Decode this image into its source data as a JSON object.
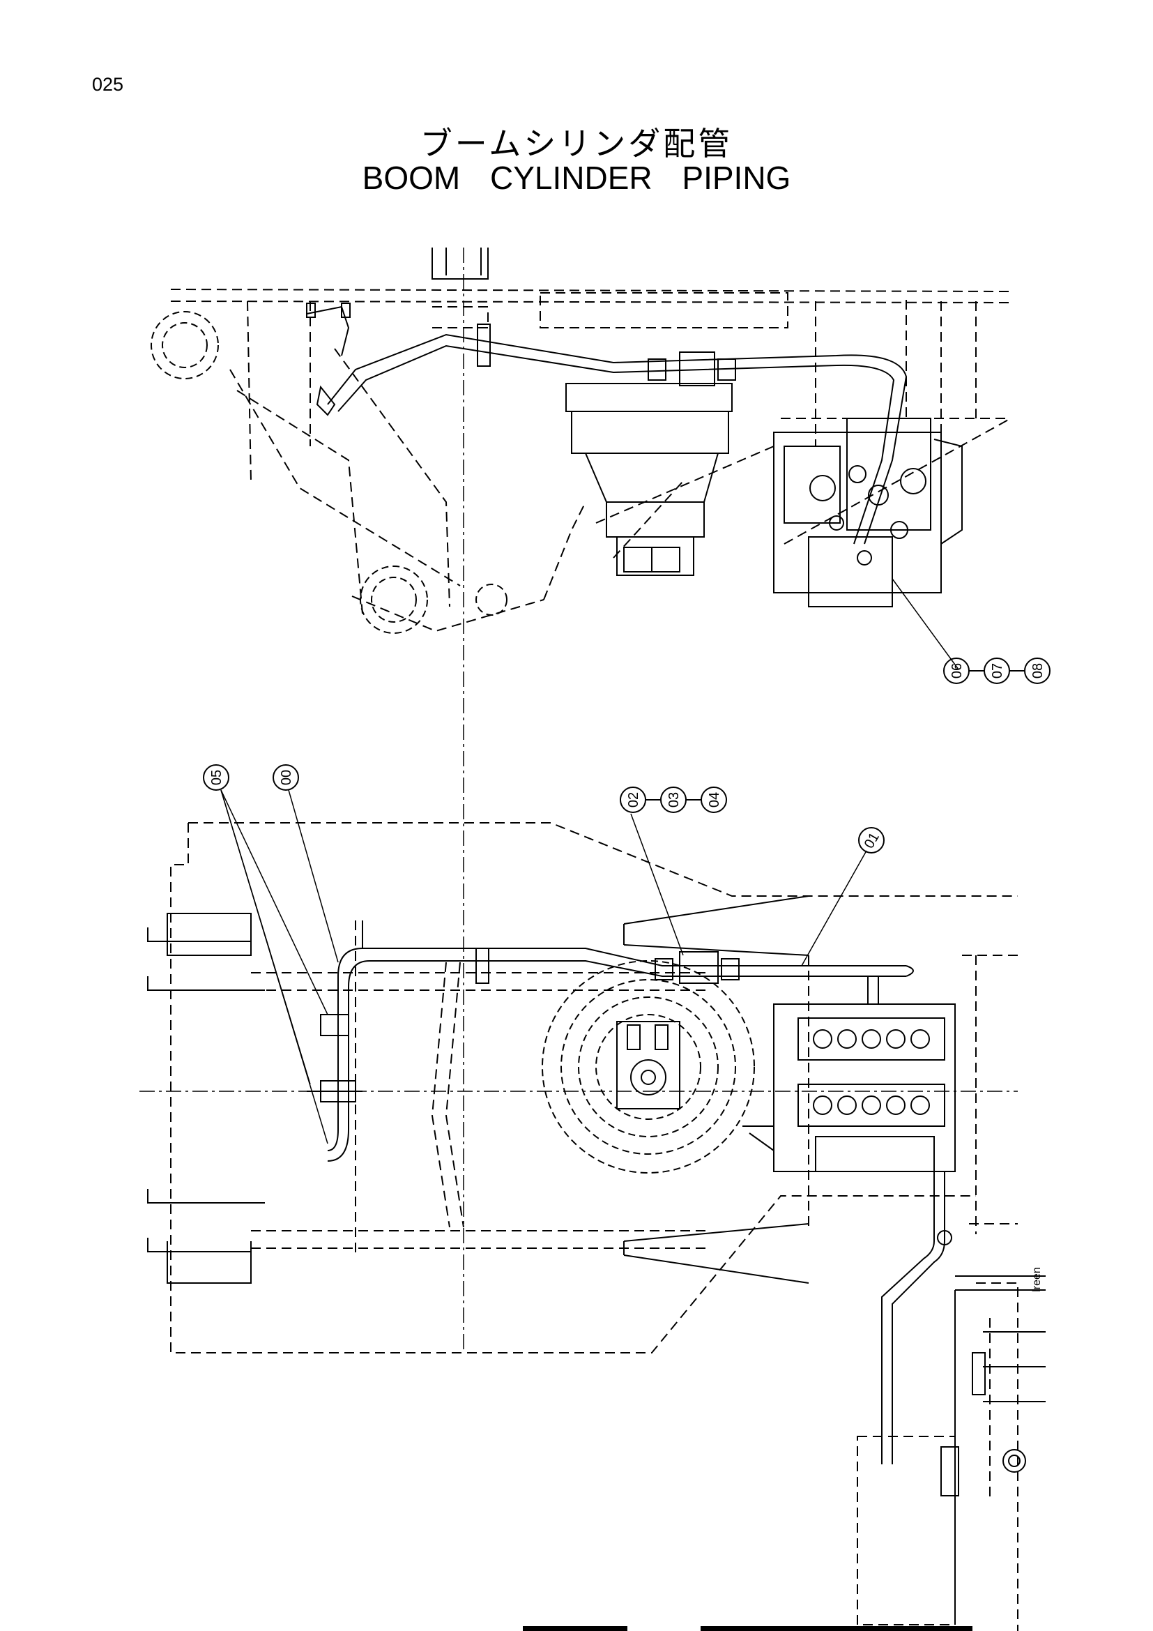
{
  "page": {
    "number": "025"
  },
  "title": {
    "jp": "ブームシリンダ配管",
    "en": "BOOM   CYLINDER   PIPING"
  },
  "callouts": {
    "c00": "00",
    "c01": "01",
    "c02": "02",
    "c03": "03",
    "c04": "04",
    "c05": "05",
    "c06": "06",
    "c07": "07",
    "c08": "08"
  },
  "side_label": "lreen"
}
